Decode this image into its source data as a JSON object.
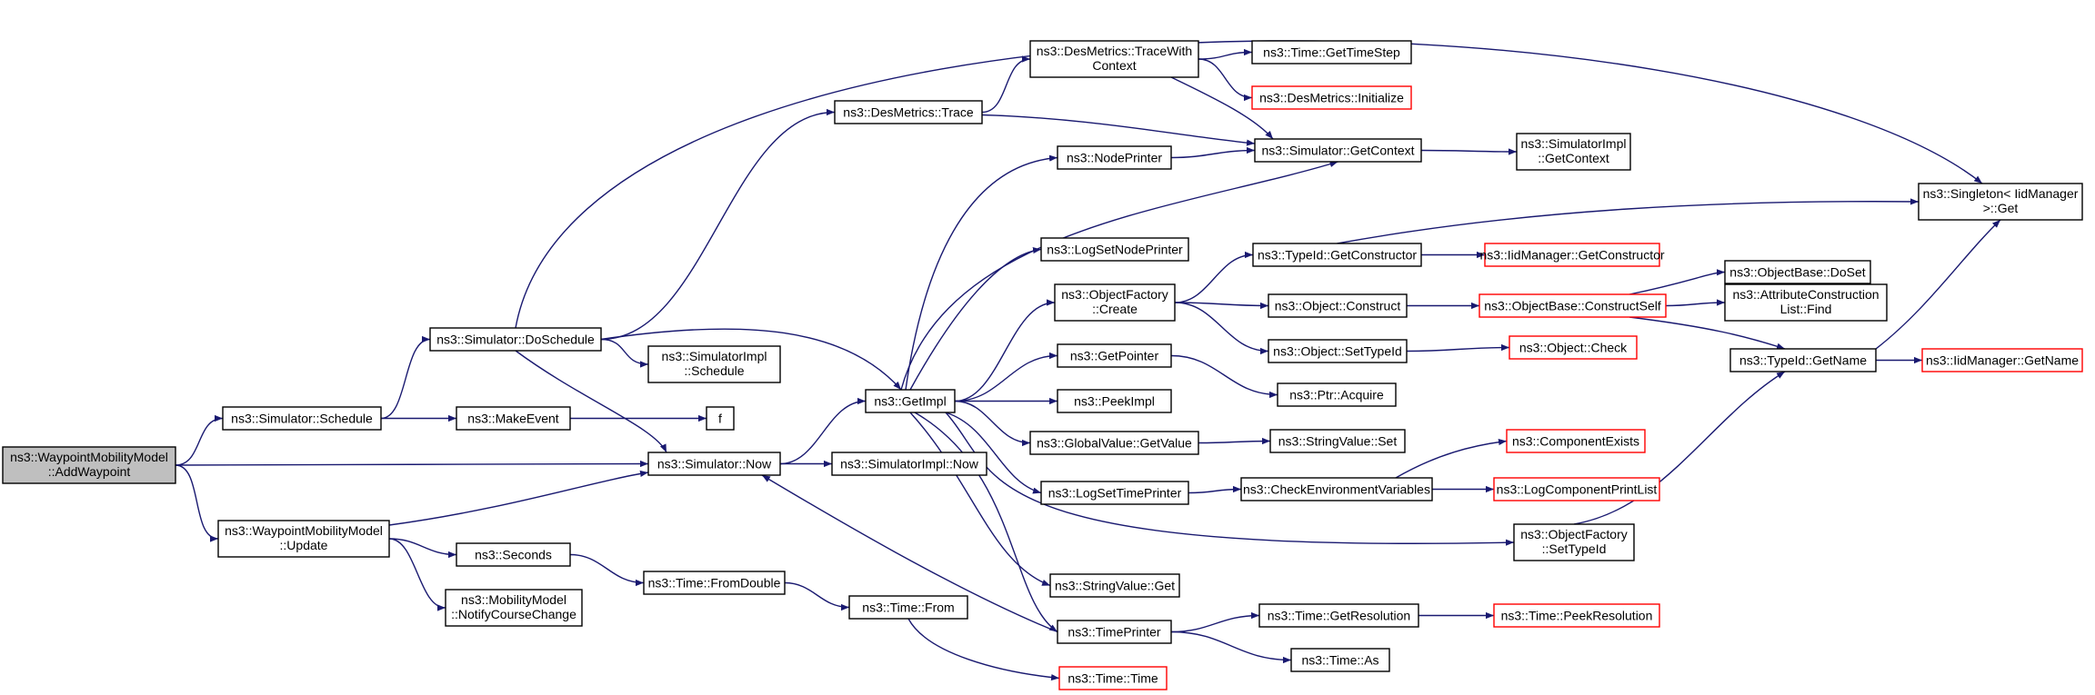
{
  "colors": {
    "edge": "#191970",
    "node_border": "#000000",
    "external_border": "#ff0000",
    "root_fill": "#bfbfbf"
  },
  "nodes": {
    "addWaypoint": {
      "lines": [
        "ns3::WaypointMobilityModel",
        "::AddWaypoint"
      ]
    },
    "schedule": {
      "lines": [
        "ns3::Simulator::Schedule"
      ]
    },
    "doSchedule": {
      "lines": [
        "ns3::Simulator::DoSchedule"
      ]
    },
    "now": {
      "lines": [
        "ns3::Simulator::Now"
      ]
    },
    "update": {
      "lines": [
        "ns3::WaypointMobilityModel",
        "::Update"
      ]
    },
    "makeEvent": {
      "lines": [
        "ns3::MakeEvent"
      ]
    },
    "f": {
      "lines": [
        "f"
      ]
    },
    "simImplSchedule": {
      "lines": [
        "ns3::SimulatorImpl",
        "::Schedule"
      ]
    },
    "desTrace": {
      "lines": [
        "ns3::DesMetrics::Trace"
      ]
    },
    "getImpl": {
      "lines": [
        "ns3::GetImpl"
      ]
    },
    "simImplNow": {
      "lines": [
        "ns3::SimulatorImpl::Now"
      ]
    },
    "seconds": {
      "lines": [
        "ns3::Seconds"
      ]
    },
    "notifyCourseChange": {
      "lines": [
        "ns3::MobilityModel",
        "::NotifyCourseChange"
      ]
    },
    "fromDouble": {
      "lines": [
        "ns3::Time::FromDouble"
      ]
    },
    "timeFrom": {
      "lines": [
        "ns3::Time::From"
      ]
    },
    "timeTime": {
      "lines": [
        "ns3::Time::Time"
      ]
    },
    "traceWithContext": {
      "lines": [
        "ns3::DesMetrics::TraceWith",
        "Context"
      ]
    },
    "nodePrinter": {
      "lines": [
        "ns3::NodePrinter"
      ]
    },
    "logSetNodePrinter": {
      "lines": [
        "ns3::LogSetNodePrinter"
      ]
    },
    "objFactoryCreate": {
      "lines": [
        "ns3::ObjectFactory",
        "::Create"
      ]
    },
    "getPointer": {
      "lines": [
        "ns3::GetPointer"
      ]
    },
    "peekImpl": {
      "lines": [
        "ns3::PeekImpl"
      ]
    },
    "globalValueGetValue": {
      "lines": [
        "ns3::GlobalValue::GetValue"
      ]
    },
    "logSetTimePrinter": {
      "lines": [
        "ns3::LogSetTimePrinter"
      ]
    },
    "stringValueGet": {
      "lines": [
        "ns3::StringValue::Get"
      ]
    },
    "timePrinter": {
      "lines": [
        "ns3::TimePrinter"
      ]
    },
    "getTimeStep": {
      "lines": [
        "ns3::Time::GetTimeStep"
      ]
    },
    "desInitialize": {
      "lines": [
        "ns3::DesMetrics::Initialize"
      ]
    },
    "simGetContext": {
      "lines": [
        "ns3::Simulator::GetContext"
      ]
    },
    "typeIdGetConstructor": {
      "lines": [
        "ns3::TypeId::GetConstructor"
      ]
    },
    "objectConstruct": {
      "lines": [
        "ns3::Object::Construct"
      ]
    },
    "objectSetTypeId": {
      "lines": [
        "ns3::Object::SetTypeId"
      ]
    },
    "ptrAcquire": {
      "lines": [
        "ns3::Ptr::Acquire"
      ]
    },
    "stringValueSet": {
      "lines": [
        "ns3::StringValue::Set"
      ]
    },
    "checkEnvVars": {
      "lines": [
        "ns3::CheckEnvironmentVariables"
      ]
    },
    "objFactorySetTypeId": {
      "lines": [
        "ns3::ObjectFactory",
        "::SetTypeId"
      ]
    },
    "getResolution": {
      "lines": [
        "ns3::Time::GetResolution"
      ]
    },
    "timeAs": {
      "lines": [
        "ns3::Time::As"
      ]
    },
    "simImplGetContext": {
      "lines": [
        "ns3::SimulatorImpl",
        "::GetContext"
      ]
    },
    "iidGetConstructor": {
      "lines": [
        "ns3::IidManager::GetConstructor"
      ]
    },
    "constructSelf": {
      "lines": [
        "ns3::ObjectBase::ConstructSelf"
      ]
    },
    "objectCheck": {
      "lines": [
        "ns3::Object::Check"
      ]
    },
    "componentExists": {
      "lines": [
        "ns3::ComponentExists"
      ]
    },
    "logComponentPrintList": {
      "lines": [
        "ns3::LogComponentPrintList"
      ]
    },
    "peekResolution": {
      "lines": [
        "ns3::Time::PeekResolution"
      ]
    },
    "singletonGet": {
      "lines": [
        "ns3::Singleton< IidManager",
        ">::Get"
      ]
    },
    "objectBaseDoSet": {
      "lines": [
        "ns3::ObjectBase::DoSet"
      ]
    },
    "attrConstructionFind": {
      "lines": [
        "ns3::AttributeConstruction",
        "List::Find"
      ]
    },
    "typeIdGetName": {
      "lines": [
        "ns3::TypeId::GetName"
      ]
    },
    "iidGetName": {
      "lines": [
        "ns3::IidManager::GetName"
      ]
    }
  }
}
